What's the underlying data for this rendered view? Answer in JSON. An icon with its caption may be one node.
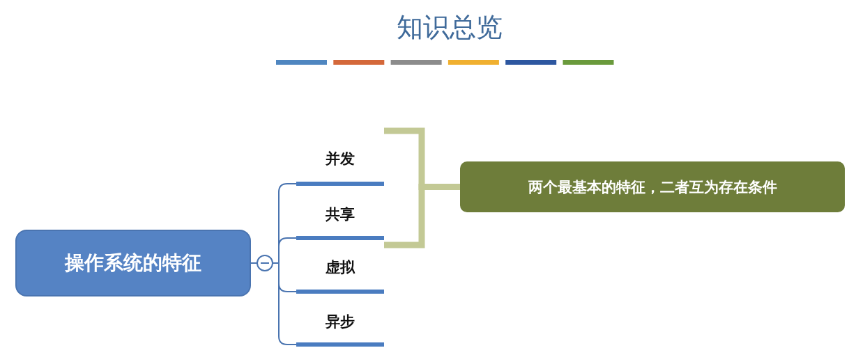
{
  "diagram": {
    "title": "知识总览",
    "nodes": [
      {
        "text": [
          "操作系统的特征"
        ]
      },
      {
        "text": [
          "并发"
        ]
      },
      {
        "text": [
          "共享"
        ]
      },
      {
        "text": [
          "虚拟"
        ]
      },
      {
        "text": [
          "异步"
        ]
      },
      {
        "text": [
          "两个最基本的特征，二者互为存在条件"
        ]
      }
    ],
    "edges": [
      {
        "from": 0,
        "to": 1,
        "arrow": "none"
      },
      {
        "from": 0,
        "to": 2,
        "arrow": "none"
      },
      {
        "from": 0,
        "to": 3,
        "arrow": "none"
      },
      {
        "from": 0,
        "to": 4,
        "arrow": "none"
      },
      {
        "from": 1,
        "to": 5,
        "arrow": "none",
        "color": "#c3c995",
        "style": "thick"
      },
      {
        "from": 2,
        "to": 5,
        "arrow": "none",
        "color": "#c3c995",
        "style": "thick"
      }
    ]
  }
}
